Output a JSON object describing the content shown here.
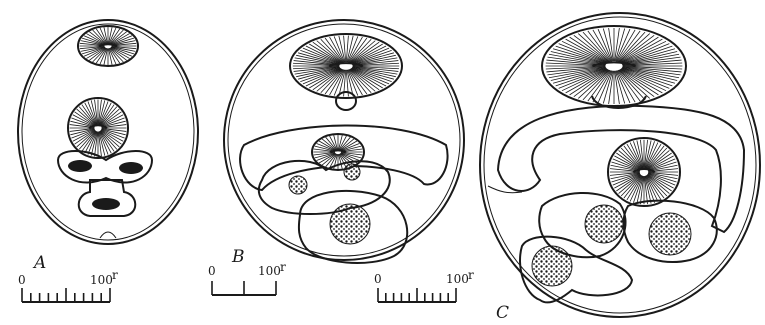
{
  "figure": {
    "panels": [
      {
        "id": "A",
        "label": "A"
      },
      {
        "id": "B",
        "label": "B"
      },
      {
        "id": "C",
        "label": "C"
      }
    ],
    "scale_bars": [
      {
        "start": "0",
        "end": "100",
        "end_suffix": "r"
      },
      {
        "start": "0",
        "end": "100",
        "end_suffix": "r"
      },
      {
        "start": "0",
        "end": "100",
        "end_suffix": "r"
      }
    ]
  },
  "style": {
    "ink": "#1a1a1a",
    "paper": "#ffffff"
  }
}
